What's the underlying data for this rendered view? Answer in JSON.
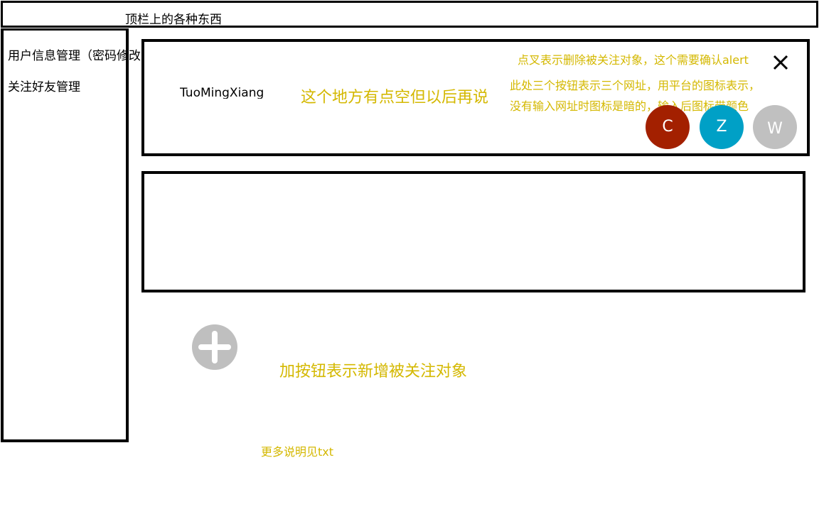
{
  "topbar": {
    "label": "顶栏上的各种东西"
  },
  "sidebar": {
    "items": [
      {
        "label": "用户信息管理（密码修改之类的）"
      },
      {
        "label": "关注好友管理"
      }
    ]
  },
  "card": {
    "name": "TuoMingXiang",
    "note_empty": "这个地方有点空但以后再说",
    "note_delete": "点叉表示删除被关注对象，这个需要确认alert",
    "note_icons_line1": "此处三个按钮表示三个网址，用平台的图标表示，",
    "note_icons_line2": "没有输入网址时图标是暗的，输入后图标带颜色",
    "close_icon": "close-icon",
    "platforms": [
      {
        "letter": "C",
        "color": "#a32000"
      },
      {
        "letter": "Z",
        "color": "#00a0c6"
      },
      {
        "letter": "W",
        "color": "#c0c0c0"
      }
    ]
  },
  "add": {
    "icon": "plus-icon",
    "color": "#bfbfbf",
    "note": "加按钮表示新增被关注对象"
  },
  "footer_note": "更多说明见txt",
  "colors": {
    "note": "#d4b800",
    "border": "#000000"
  }
}
